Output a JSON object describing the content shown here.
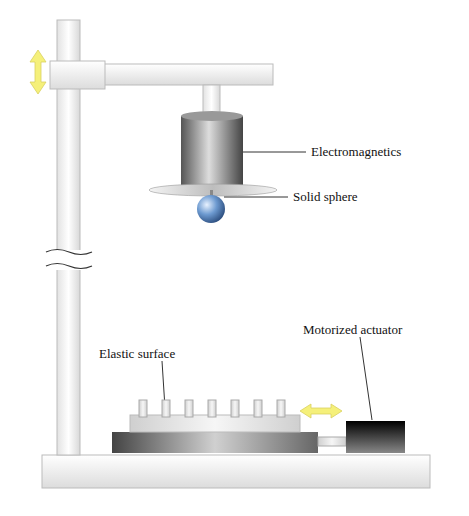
{
  "diagram": {
    "labels": [
      "Electromagnetics",
      "Solid sphere",
      "Elastic surface",
      "Motorized actuator"
    ]
  }
}
